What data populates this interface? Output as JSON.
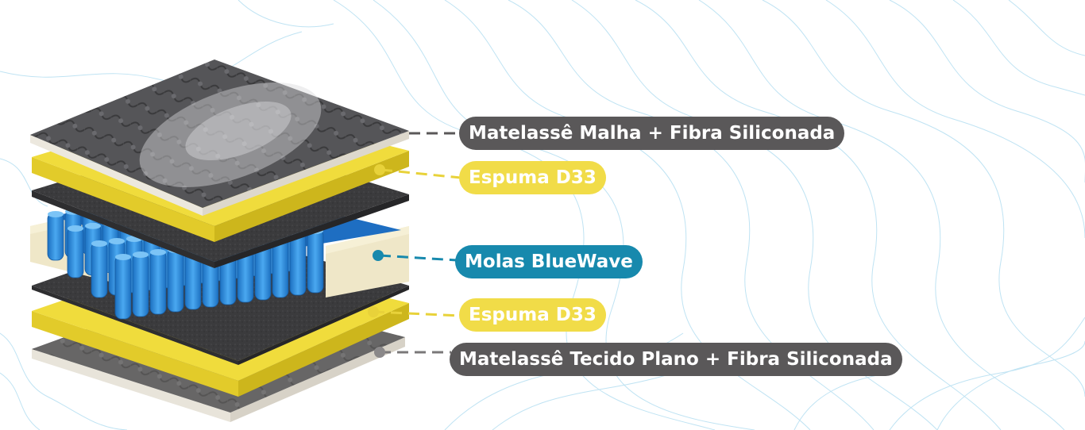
{
  "layers": [
    {
      "label": "Matelassê Malha + Fibra Siliconada",
      "style": "dark"
    },
    {
      "label": "Espuma D33",
      "style": "yellow"
    },
    {
      "label": "Molas BlueWave",
      "style": "blue"
    },
    {
      "label": "Espuma D33",
      "style": "yellow"
    },
    {
      "label": "Matelassê Tecido Plano + Fibra Siliconada",
      "style": "dark"
    }
  ],
  "colors": {
    "dark_label": "#5a5859",
    "yellow_label": "#f1dc48",
    "blue_label": "#1789ad",
    "contour_lines": "#bfe3f3",
    "foam": "#f0dc3c",
    "springs": "#2f8fd8",
    "fabric": "#4a4a4c"
  }
}
